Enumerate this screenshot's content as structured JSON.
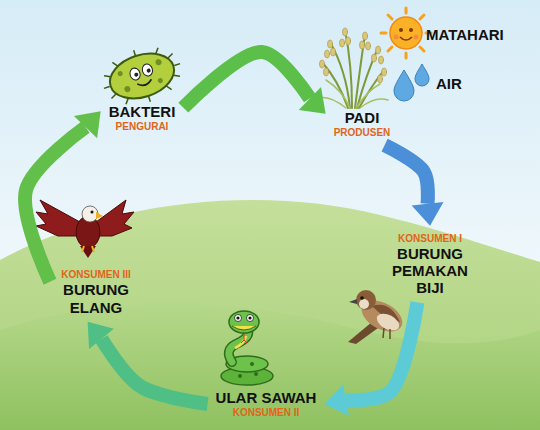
{
  "diagram": {
    "nodes": [
      {
        "text": [
          "BAKTERI",
          "PENGURAI"
        ]
      },
      {
        "text": [
          "PADI",
          "PRODUSEN"
        ]
      },
      {
        "text": [
          "KONSUMEN I",
          "BURUNG PEMAKAN BIJI"
        ]
      },
      {
        "text": [
          "ULAR SAWAH",
          "KONSUMEN II"
        ]
      },
      {
        "text": [
          "KONSUMEN III",
          "BURUNG ELANG"
        ]
      }
    ],
    "edges": [
      {
        "from": 0,
        "to": 1,
        "arrow": "to"
      },
      {
        "from": 1,
        "to": 2,
        "arrow": "to"
      },
      {
        "from": 2,
        "to": 3,
        "arrow": "to"
      },
      {
        "from": 3,
        "to": 4,
        "arrow": "to"
      },
      {
        "from": 4,
        "to": 0,
        "arrow": "to"
      }
    ],
    "labels": [
      "MATAHARI",
      "AIR"
    ]
  }
}
